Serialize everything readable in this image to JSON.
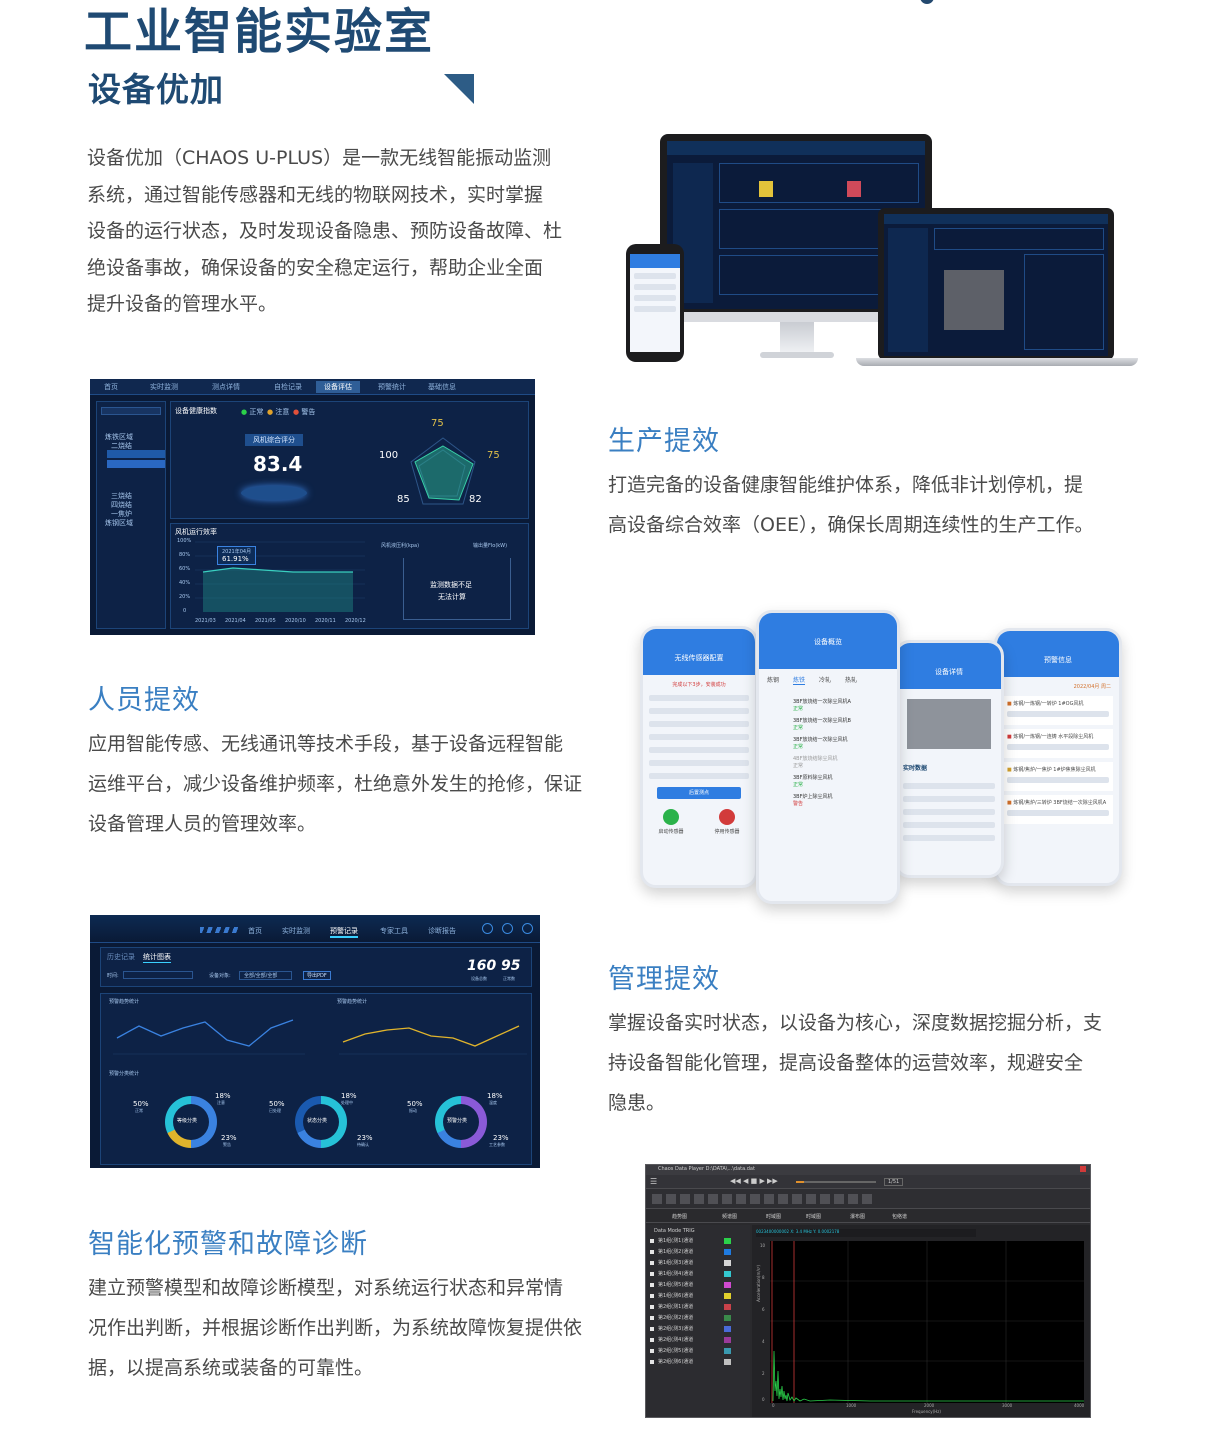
{
  "header": {
    "title": "工业智能实验室",
    "subtitle": "设备优加"
  },
  "intro": {
    "lines": [
      "设备优加（CHAOS U-PLUS）是一款无线智能振动监测",
      "系统，通过智能传感器和无线的物联网技术，实时掌握",
      "设备的运行状态，及时发现设备隐患、预防设备故障、杜",
      "绝设备事故，确保设备的安全稳定运行，帮助企业全面",
      "提升设备的管理水平。"
    ]
  },
  "sections": {
    "production": {
      "title": "生产提效",
      "lines": [
        "打造完备的设备健康智能维护体系，降低非计划停机，提",
        "高设备综合效率（OEE），确保长周期连续性的生产工作。"
      ]
    },
    "personnel": {
      "title": "人员提效",
      "lines": [
        "应用智能传感、无线通讯等技术手段，基于设备远程智能",
        "运维平台，减少设备维护频率，杜绝意外发生的抢修，保证",
        "设备管理人员的管理效率。"
      ]
    },
    "management": {
      "title": "管理提效",
      "lines": [
        "掌握设备实时状态，以设备为核心，深度数据挖掘分析，支",
        "持设备智能化管理，提高设备整体的运营效率，规避安全",
        "隐患。"
      ]
    },
    "diagnosis": {
      "title": "智能化预警和故障诊断",
      "lines": [
        "建立预警模型和故障诊断模型，对系统运行状态和异常情",
        "况作出判断，并根据诊断作出判断，为系统故障恢复提供依",
        "据，以提高系统或装备的可靠性。"
      ]
    }
  },
  "health_dashboard": {
    "tabs": [
      "首页",
      "实时监测",
      "测点详情",
      "自检记录",
      "设备评估",
      "预警统计",
      "基础信息"
    ],
    "active_tab": "设备评估",
    "panel_title": "设备健康指数",
    "legend": [
      "正常",
      "注意",
      "警告"
    ],
    "tree": [
      "炼铁区域",
      "二烧结",
      "三烧结",
      "四烧结",
      "一焦炉",
      "炼钢区域"
    ],
    "score_label": "风机综合评分",
    "score": "83.4",
    "radar_values": [
      "75",
      "100",
      "75",
      "85",
      "82"
    ],
    "efficiency_title": "风机运行效率",
    "efficiency_y_ticks": [
      "100%",
      "80%",
      "60%",
      "40%",
      "20%",
      "0"
    ],
    "efficiency_x_ticks": [
      "2021/03",
      "2021/04",
      "2021/05",
      "2020/10",
      "2020/11",
      "2020/12"
    ],
    "tooltip_date": "2021年04月",
    "tooltip_value": "61.91%",
    "right_labels": [
      "风机液压利(kpa)",
      "输出量Flo(kW)"
    ],
    "no_data_lines": [
      "监测数据不足",
      "无法计算"
    ]
  },
  "alarm_dashboard": {
    "tabs": [
      "首页",
      "实时监测",
      "预警记录",
      "专家工具",
      "诊断报告"
    ],
    "active_tab": "预警记录",
    "subtabs": [
      "历史记录",
      "统计图表"
    ],
    "filter_labels": [
      "时间:",
      "设备对象:",
      "导出PDF"
    ],
    "filter_value": "全部/全部/全部",
    "big_numbers": [
      {
        "value": "160",
        "label": "设备总数"
      },
      {
        "value": "95",
        "label": "正常数"
      }
    ],
    "chart_titles": [
      "预警趋势统计",
      "预警趋势统计",
      "预警分类统计"
    ],
    "donuts": [
      {
        "center": "等级分类",
        "labels": [
          "50%",
          "18%",
          "23%"
        ],
        "sub": [
          "正常",
          "注意",
          "警告"
        ]
      },
      {
        "center": "状态分类",
        "labels": [
          "50%",
          "18%",
          "23%"
        ],
        "sub": [
          "已处理",
          "处理中",
          "待确认"
        ]
      },
      {
        "center": "预警分类",
        "labels": [
          "50%",
          "18%",
          "23%"
        ],
        "sub": [
          "振动",
          "温度",
          "工艺参数"
        ]
      }
    ]
  },
  "phones": {
    "screens": [
      "无线传感器配置",
      "设备概览",
      "设备详情",
      "预警信息"
    ],
    "config_banner": "完成以下3步，安装成功",
    "config_button": "后置测点",
    "config_actions": [
      "启动传感器",
      "停用传感器"
    ],
    "overview_tabs": [
      "炼钢",
      "炼铁",
      "冷轧",
      "热轧"
    ],
    "overview_items": [
      "3BF放烧结一次除尘风机A",
      "3BF放烧结一次除尘风机B",
      "3BF放烧结一次除尘风机",
      "4BF放烧结除尘风机",
      "3BF原料除尘风机",
      "3BF炉上除尘风机"
    ],
    "status_normal": "正常",
    "status_warn": "警告",
    "detail_section": "实时数据",
    "alert_items": [
      "炼钢/一炼钢/一转炉 1#OG风机",
      "炼钢/一炼钢/一连铸 水平段除尘风机",
      "炼钢/焦炉/一焦炉 1#炉焦焦除尘风机",
      "炼钢/焦炉/三转炉 3BF烧结一次除尘风机A"
    ],
    "alert_date": "2022/04月 周二"
  },
  "software": {
    "window_title": "Chaos Data Player   D:\\DATA\\...\\data.dat",
    "page_counter": "1/51",
    "tabs": [
      "趋势图",
      "频谱图",
      "时域图",
      "时域图",
      "瀑布图",
      "包络谱"
    ],
    "channel_header": "Data Mode  TRIG",
    "channels": [
      "第1组(测1)通道",
      "第1组(测2)通道",
      "第1组(测3)通道",
      "第1组(测4)通道",
      "第1组(测5)通道",
      "第1组(测6)通道",
      "第2组(测1)通道",
      "第2组(测2)通道",
      "第2组(测3)通道",
      "第2组(测4)通道",
      "第2组(测5)通道",
      "第2组(测6)通道"
    ],
    "channel_colors": [
      "#2bd14a",
      "#1f7be0",
      "#d6d6d6",
      "#34c8d0",
      "#d04ad0",
      "#e0d02c",
      "#c8424a",
      "#3a8a4a",
      "#4a6ad8",
      "#9a3a9a",
      "#3a9ab0",
      "#c0c0c0"
    ],
    "x_axis_label": "Frequency(Hz)",
    "y_axis_label": "Acceleration(m/s²)",
    "x_ticks": [
      "0",
      "1000",
      "2000",
      "3000",
      "4000"
    ],
    "y_ticks": [
      "10",
      "8",
      "6",
      "4",
      "2",
      "0"
    ],
    "cursor_readout": "0023400000002  X: 3.4 MHz  Y: 0.0002178"
  },
  "colors": {
    "title_blue": "#1f4a73",
    "section_blue": "#3a7fc2",
    "body_text": "#4a4a4a",
    "dash_bg": "#0a1a36"
  }
}
